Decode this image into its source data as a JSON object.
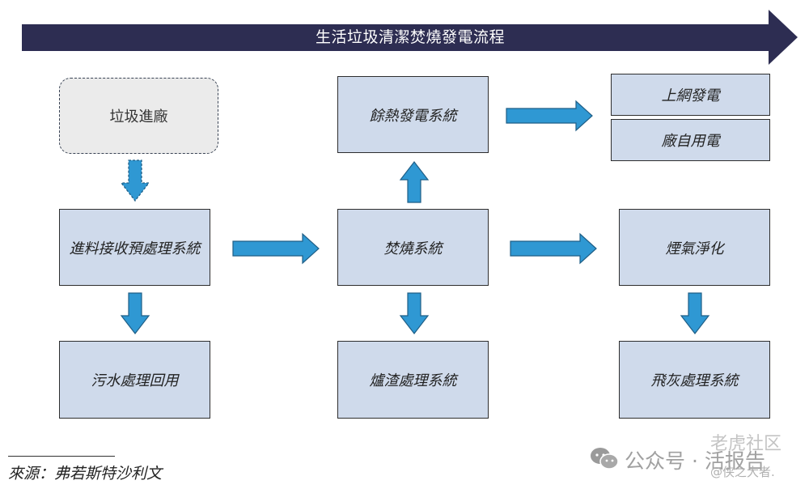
{
  "title": "生活垃圾清潔焚燒發電流程",
  "colors": {
    "banner": "#2d2d52",
    "box_fill": "#cfdaeb",
    "start_fill": "#ebebeb",
    "arrow_fill": "#2f98d3",
    "arrow_stroke": "#1f5e86"
  },
  "nodes": {
    "waste_entry": "垃圾進廠",
    "intake_pretreatment": "進料接收預處理系統",
    "wastewater_reuse": "污水處理回用",
    "waste_heat_power": "餘熱發電系統",
    "incineration": "焚燒系統",
    "slag_treatment": "爐渣處理系統",
    "grid_power": "上網發電",
    "plant_self_use": "廠自用電",
    "flue_gas_purification": "煙氣淨化",
    "fly_ash_treatment": "飛灰處理系統"
  },
  "edges": [
    {
      "from": "垃圾進廠",
      "to": "進料接收預處理系統",
      "style": "dashed"
    },
    {
      "from": "進料接收預處理系統",
      "to": "污水處理回用"
    },
    {
      "from": "進料接收預處理系統",
      "to": "焚燒系統"
    },
    {
      "from": "焚燒系統",
      "to": "餘熱發電系統"
    },
    {
      "from": "焚燒系統",
      "to": "爐渣處理系統"
    },
    {
      "from": "焚燒系統",
      "to": "煙氣淨化"
    },
    {
      "from": "餘熱發電系統",
      "to": "上網發電 / 廠自用電"
    },
    {
      "from": "煙氣淨化",
      "to": "飛灰處理系統"
    }
  ],
  "footer": {
    "source": "來源：弗若斯特沙利文"
  },
  "watermark": {
    "main": "公众号 · 活报告",
    "top": "老虎社区",
    "sub": "@侠之大者."
  }
}
